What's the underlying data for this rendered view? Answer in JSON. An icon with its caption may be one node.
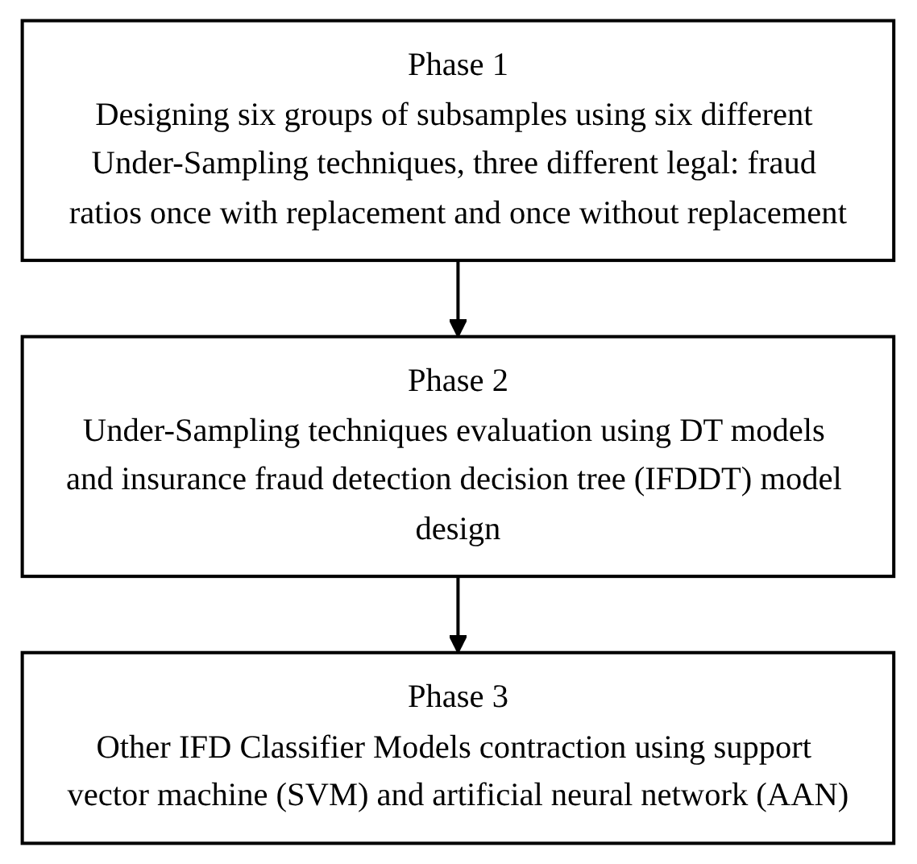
{
  "diagram": {
    "nodes": [
      {
        "text": [
          "Phase 1",
          "Designing six groups of subsamples using six different Under-Sampling techniques, three different legal: fraud ratios once with replacement and once without replacement"
        ]
      },
      {
        "text": [
          "Phase 2",
          "Under-Sampling techniques evaluation using DT models and insurance fraud detection decision tree (IFDDT) model design"
        ]
      },
      {
        "text": [
          "Phase 3",
          "Other IFD Classifier Models contraction using support vector machine (SVM) and artificial neural network (AAN)"
        ]
      }
    ],
    "edges": [
      {
        "from": 0,
        "to": 1,
        "arrow": "to"
      },
      {
        "from": 1,
        "to": 2,
        "arrow": "to"
      }
    ]
  }
}
